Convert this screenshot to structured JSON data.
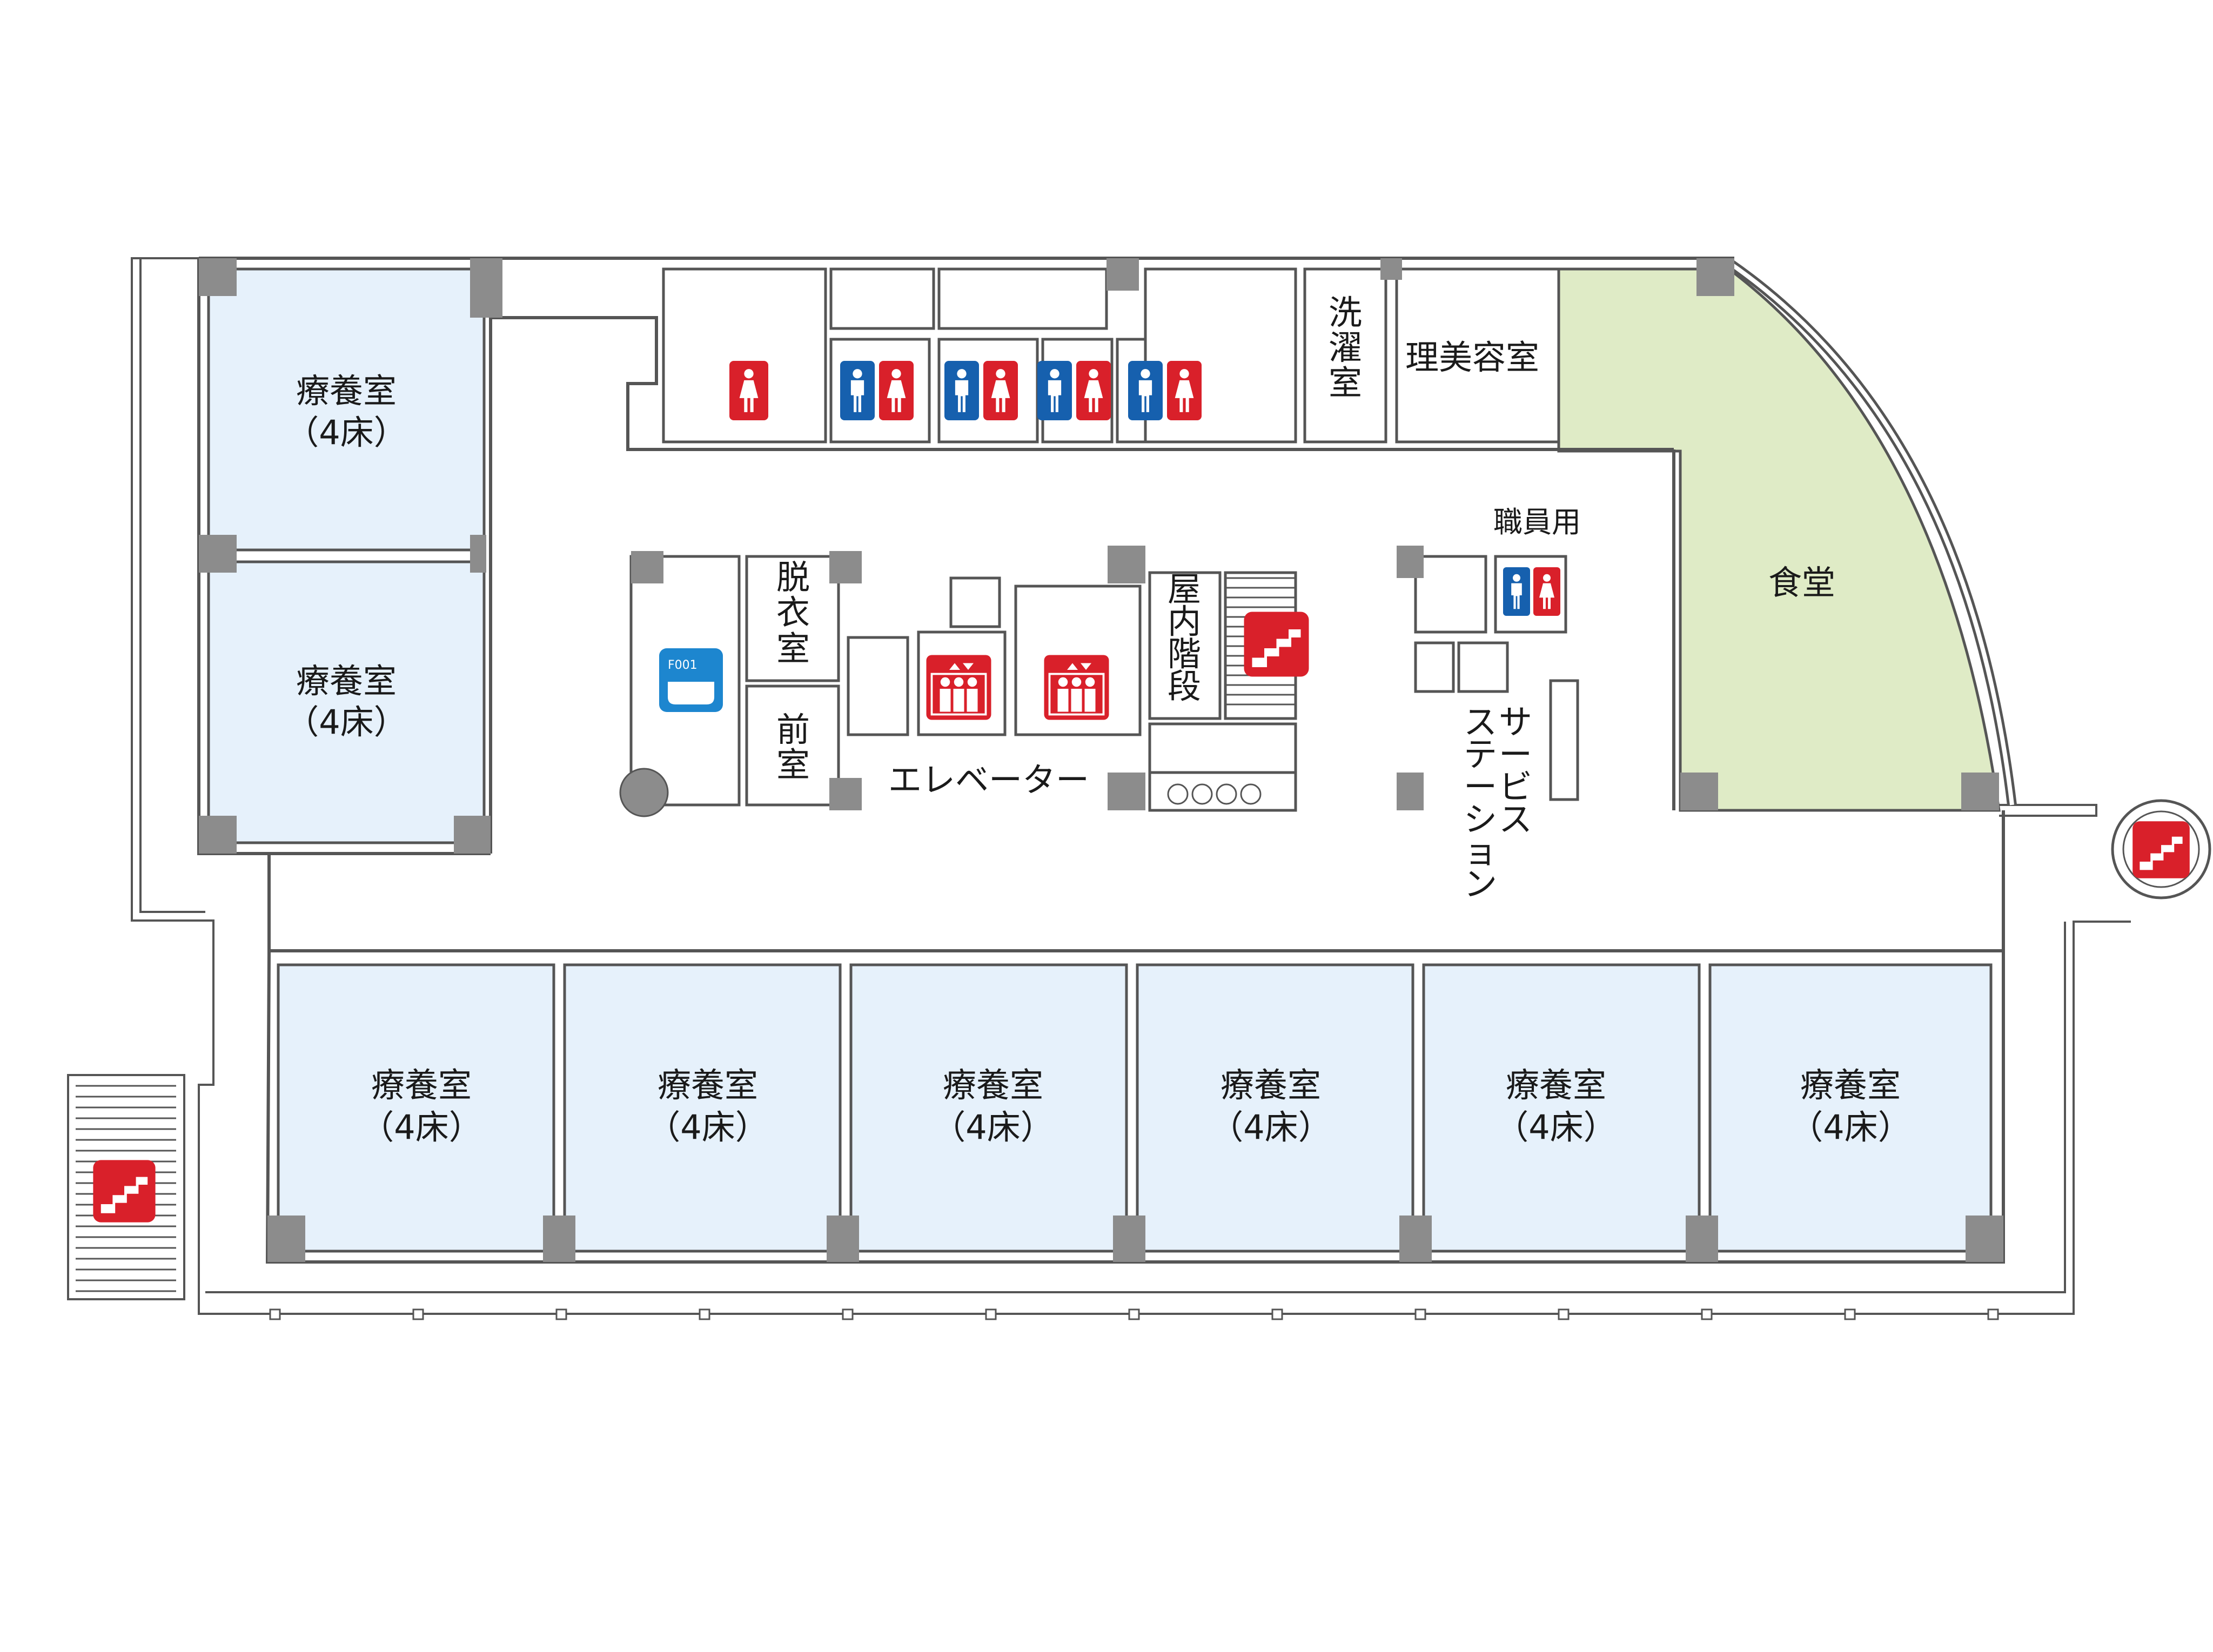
{
  "colors": {
    "patient_room": "#e6f1fb",
    "dining": "#dfebc6",
    "wall": "#8c8c8c",
    "outline": "#555555",
    "male": "#1660ae",
    "female": "#d9202a",
    "bath": "#1d86cf",
    "stairs": "#d9202a"
  },
  "rooms": {
    "patient_name": "療養室",
    "patient_beds": "（4床）",
    "dining": "食堂",
    "barber": "理美容室",
    "laundry": [
      "洗",
      "濯",
      "室"
    ],
    "undress": [
      "脱",
      "衣",
      "室"
    ],
    "anteroom": [
      "前",
      "室"
    ],
    "indoor_stairs": [
      "屋",
      "内",
      "階",
      "段"
    ],
    "staff": "職員用",
    "elevator": "エレベーター",
    "service_station": [
      "サ",
      "ー",
      "ビ",
      "ス",
      "ス",
      "テ",
      "ー",
      "シ",
      "ョ",
      "ン"
    ]
  },
  "icons": {
    "bath_label": "F001",
    "toilet_male": "male-toilet-icon",
    "toilet_female": "female-toilet-icon",
    "elevator": "elevator-icon",
    "stairs": "stairs-icon",
    "bath": "bathtub-icon"
  }
}
